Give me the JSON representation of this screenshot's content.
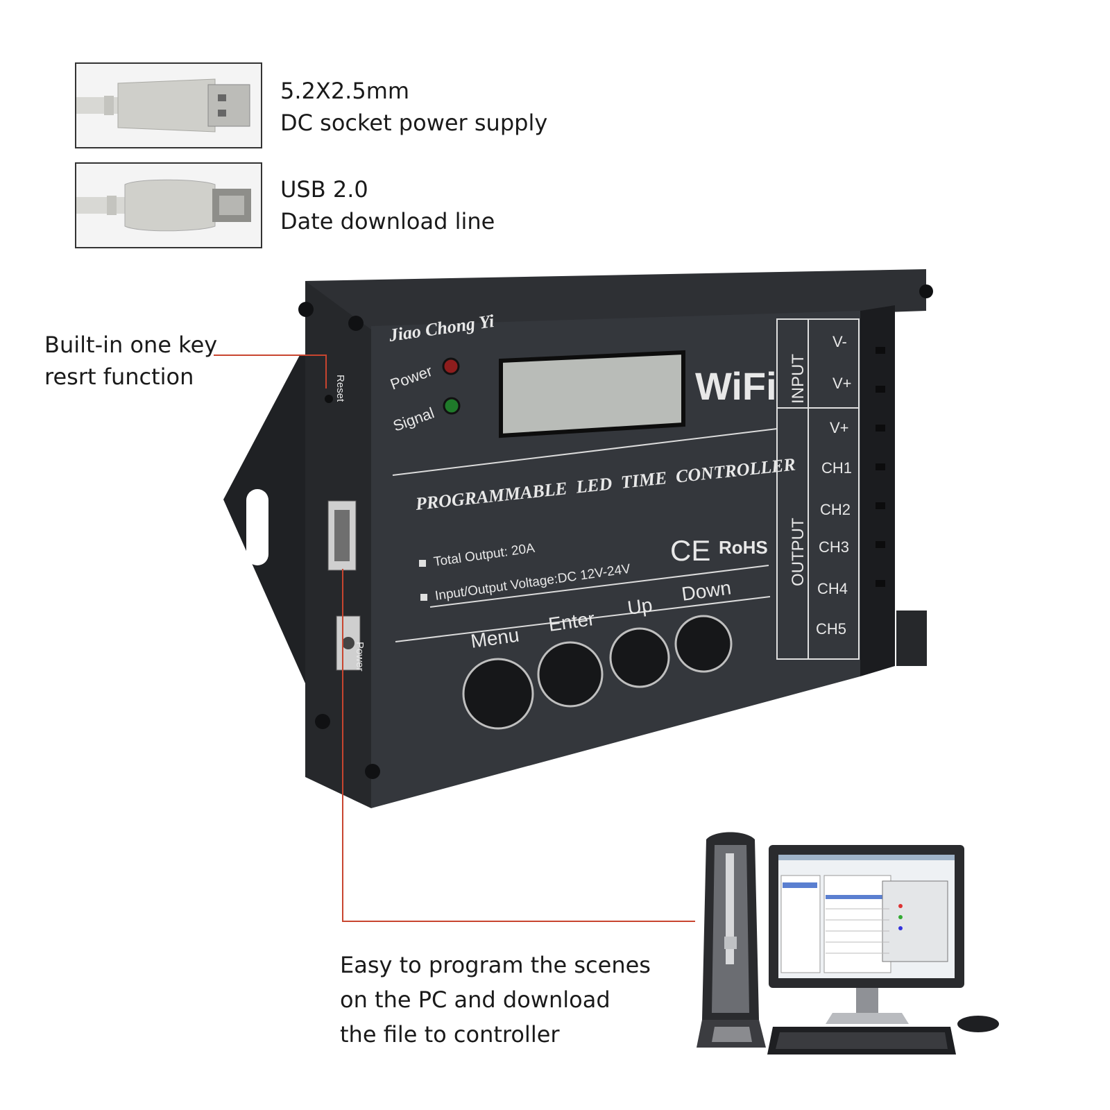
{
  "callouts": {
    "dc_socket": {
      "line1": "5.2X2.5mm",
      "line2": "DC socket power supply",
      "icon": "usb-a-plug-icon"
    },
    "usb": {
      "line1": "USB 2.0",
      "line2": "Date download line",
      "icon": "usb-b-plug-icon"
    },
    "reset": {
      "line1": "Built-in one key",
      "line2": "resrt function"
    },
    "pc": {
      "line1": "Easy to program the scenes",
      "line2": "on the PC and download",
      "line3": "the file to controller"
    }
  },
  "device": {
    "brand": "Jiao Chong Yi",
    "led_power": "Power",
    "led_signal": "Signal",
    "wifi_logo": "WiFi",
    "title": "PROGRAMMABLE  LED  TIME  CONTROLLER",
    "spec1": "Total Output: 20A",
    "spec2": "Input/Output Voltage:DC 12V-24V",
    "ce": "CE",
    "rohs": "RoHS",
    "side_reset": "Reset",
    "side_power": "Power",
    "buttons": [
      "Menu",
      "Enter",
      "Up",
      "Down"
    ],
    "terminal_input_label": "INPUT",
    "terminal_output_label": "OUTPUT",
    "input_terminals": [
      "V-",
      "V+"
    ],
    "output_terminals": [
      "V+",
      "CH1",
      "CH2",
      "CH3",
      "CH4",
      "CH5"
    ]
  },
  "colors": {
    "callout_line": "#c8452f",
    "device_body": "#2b2d31",
    "device_face": "#34373c",
    "led_power": "#8e1d1d",
    "led_signal": "#1f7a2a",
    "lcd": "#b9bcb8"
  }
}
